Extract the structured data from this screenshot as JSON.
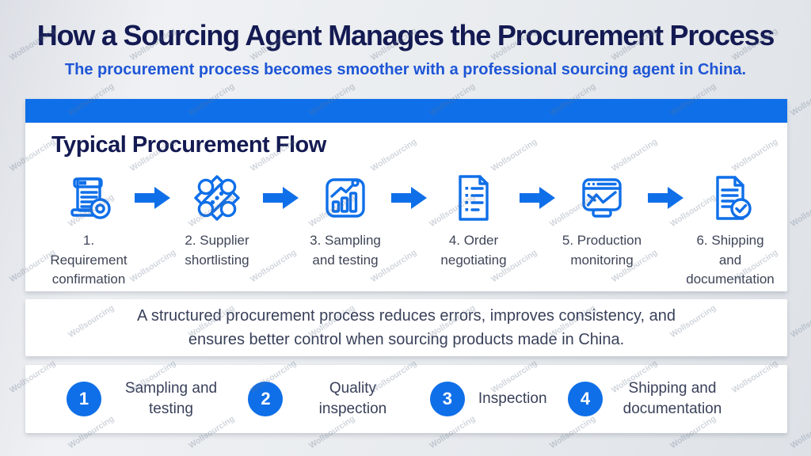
{
  "header": {
    "title": "How a Sourcing Agent Manages the Procurement Process",
    "subtitle": "The procurement process becomes smoother with a professional sourcing agent in China."
  },
  "flow": {
    "heading": "Typical Procurement Flow",
    "steps": [
      {
        "label": "1. Requirement confirmation",
        "icon": "document-seal-icon"
      },
      {
        "label": "2. Supplier shortlisting",
        "icon": "supplier-network-icon"
      },
      {
        "label": "3. Sampling and testing",
        "icon": "bar-chart-icon"
      },
      {
        "label": "4. Order negotiating",
        "icon": "checklist-document-icon"
      },
      {
        "label": "5. Production monitoring",
        "icon": "monitor-graph-icon"
      },
      {
        "label": "6. Shipping and documentation",
        "icon": "document-check-icon"
      }
    ]
  },
  "note": {
    "text": "A structured procurement process reduces errors, improves consistency, and ensures better control when sourcing products made in China."
  },
  "summary": {
    "items": [
      {
        "number": "1",
        "label": "Sampling and testing"
      },
      {
        "number": "2",
        "label": "Quality inspection"
      },
      {
        "number": "3",
        "label": "Inspection"
      },
      {
        "number": "4",
        "label": "Shipping and documentation"
      }
    ]
  },
  "watermark": {
    "text": "Wollsourcing"
  },
  "colors": {
    "accent_blue": "#0f6fe8",
    "title_navy": "#141a52",
    "subtitle_blue": "#1e56d6",
    "body_text": "#39415a",
    "background_gray": "#e8ebee",
    "panel_white": "#ffffff"
  }
}
